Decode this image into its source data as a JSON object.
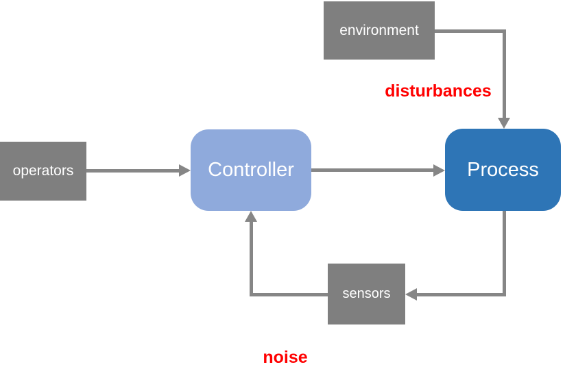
{
  "diagram": {
    "background": "#FFFFFF",
    "arrow_color": "#868686",
    "nodes": {
      "environment": {
        "label": "environment",
        "shape": "rect",
        "fill": "#7F7F7F",
        "text_color": "#FFFFFF"
      },
      "operators": {
        "label": "operators",
        "shape": "rect",
        "fill": "#7F7F7F",
        "text_color": "#FFFFFF"
      },
      "controller": {
        "label": "Controller",
        "shape": "rounded",
        "fill": "#8FAADC",
        "text_color": "#FFFFFF"
      },
      "process": {
        "label": "Process",
        "shape": "rounded",
        "fill": "#2E75B6",
        "text_color": "#FFFFFF"
      },
      "sensors": {
        "label": "sensors",
        "shape": "rect",
        "fill": "#7F7F7F",
        "text_color": "#FFFFFF"
      }
    },
    "annotations": {
      "disturbances": {
        "text": "disturbances",
        "color": "#FF0000",
        "bold": true
      },
      "noise": {
        "text": "noise",
        "color": "#FF0000",
        "bold": true
      }
    },
    "edges": [
      {
        "from": "operators",
        "to": "controller",
        "style": "straight"
      },
      {
        "from": "controller",
        "to": "process",
        "style": "straight"
      },
      {
        "from": "environment",
        "to": "process",
        "style": "elbow",
        "label": "disturbances"
      },
      {
        "from": "process",
        "to": "sensors",
        "style": "elbow"
      },
      {
        "from": "sensors",
        "to": "controller",
        "style": "elbow",
        "label": "noise"
      }
    ]
  }
}
